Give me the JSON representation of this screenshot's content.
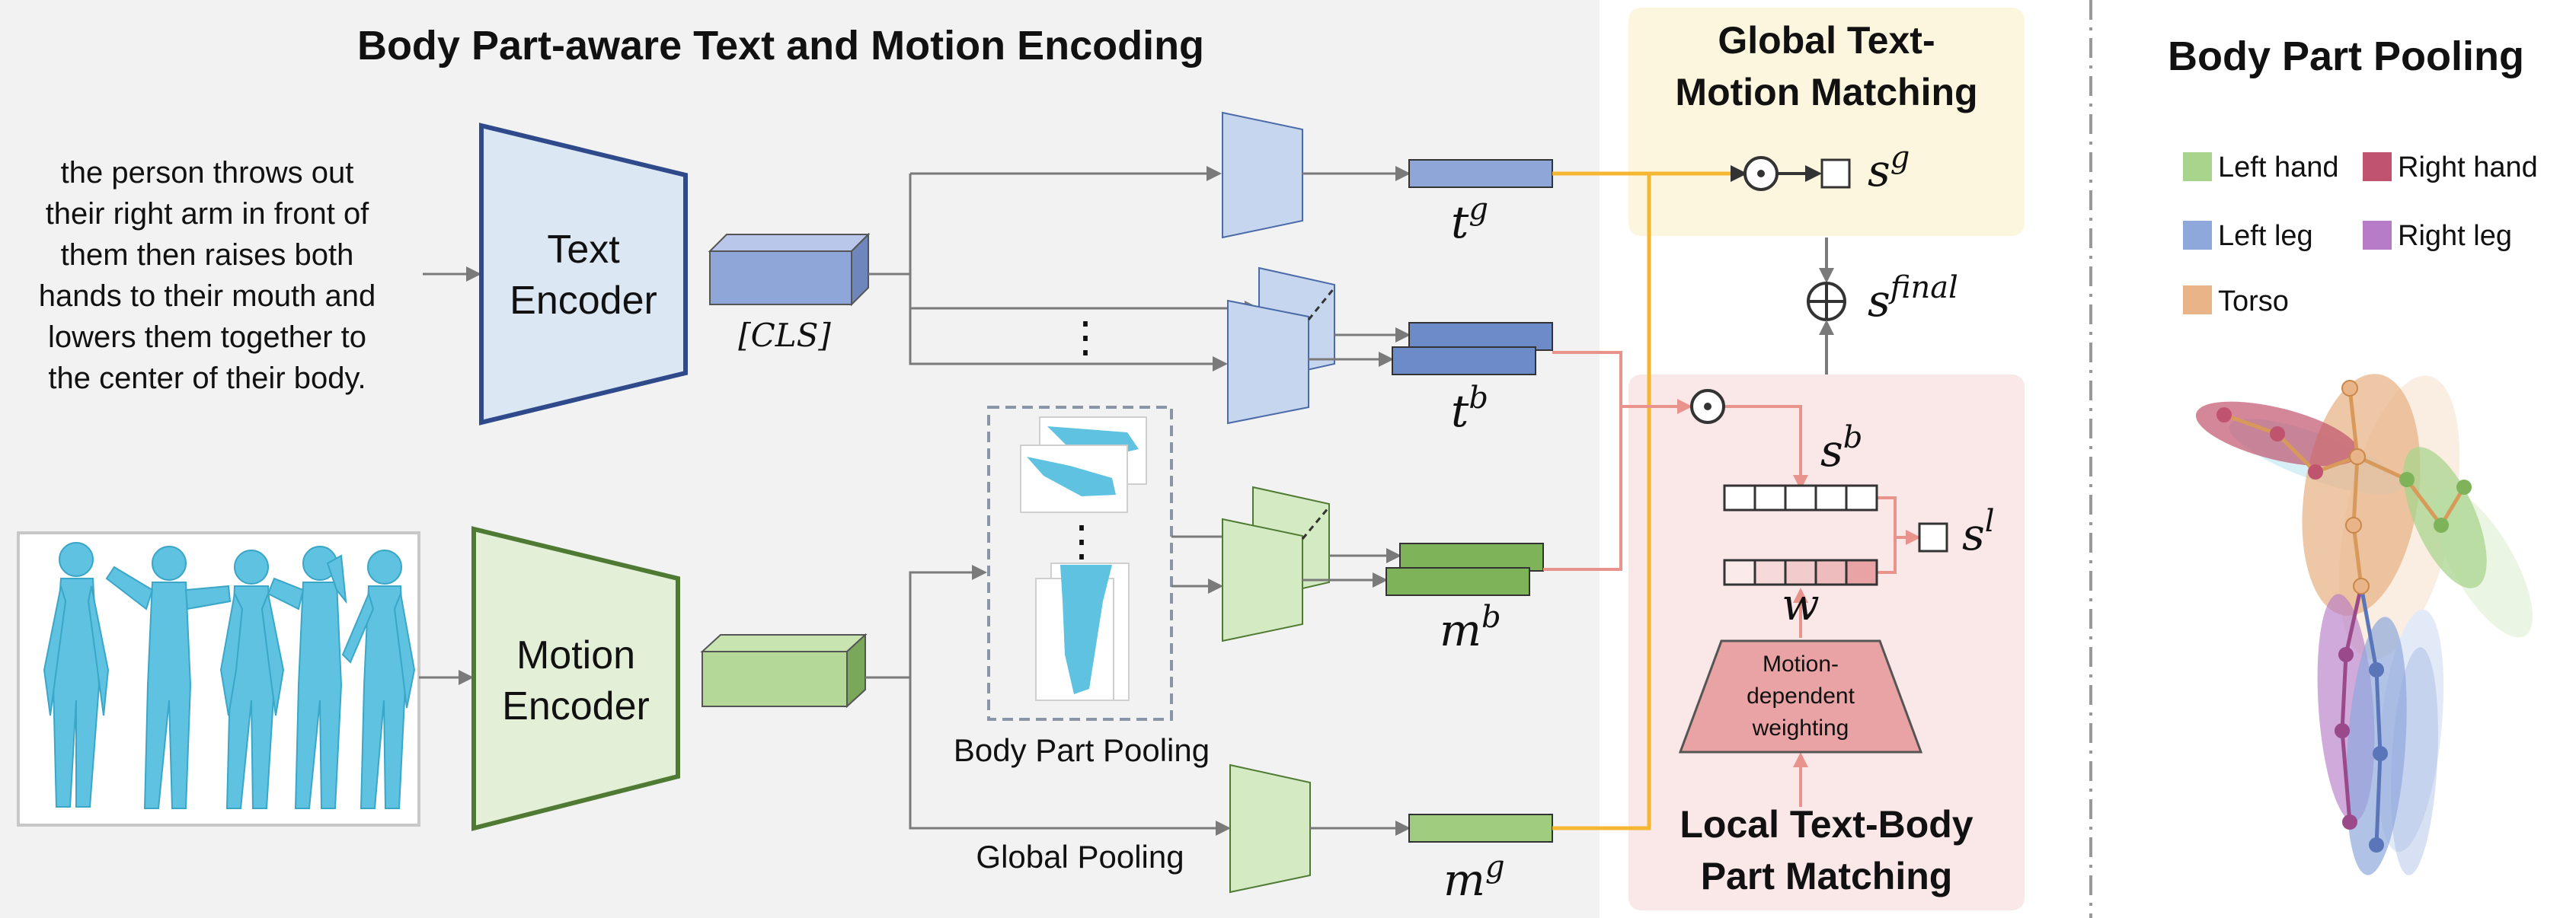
{
  "sections": {
    "encoding_title": "Body Part-aware Text and Motion Encoding",
    "global_title_line1": "Global Text-",
    "global_title_line2": "Motion Matching",
    "local_title_line1": "Local Text-Body",
    "local_title_line2": "Part Matching",
    "pooling_title": "Body Part Pooling"
  },
  "input_text": {
    "lines": [
      "the person throws out",
      "their right arm in front of",
      "them then raises both",
      "hands to their mouth and",
      "lowers them together to",
      "the center of their body."
    ]
  },
  "blocks": {
    "text_encoder_line1": "Text",
    "text_encoder_line2": "Encoder",
    "motion_encoder_line1": "Motion",
    "motion_encoder_line2": "Encoder",
    "cls_token": "[CLS]",
    "ellipsis": "⋮",
    "body_part_pooling": "Body Part Pooling",
    "global_pooling": "Global Pooling",
    "weighting_line1": "Motion-",
    "weighting_line2": "dependent",
    "weighting_line3": "weighting"
  },
  "symbols": {
    "t_g_base": "t",
    "t_g_sup": "g",
    "t_b_base": "t",
    "t_b_sup": "b",
    "m_b_base": "m",
    "m_b_sup": "b",
    "m_g_base": "m",
    "m_g_sup": "g",
    "s_g_base": "s",
    "s_g_sup": "g",
    "s_final_base": "s",
    "s_final_sup": "final",
    "s_b_base": "s",
    "s_b_sup": "b",
    "s_l_base": "s",
    "s_l_sup": "l",
    "w": "w",
    "odot": "⊙",
    "oplus": "⊕"
  },
  "legend": [
    {
      "label": "Left hand",
      "color": "#a8d48c"
    },
    {
      "label": "Right hand",
      "color": "#c0546e"
    },
    {
      "label": "Left leg",
      "color": "#8fa8dc"
    },
    {
      "label": "Right leg",
      "color": "#b77cc8"
    },
    {
      "label": "Torso",
      "color": "#e8b488"
    }
  ],
  "colors": {
    "encoding_bg": "#f2f2f2",
    "global_bg": "#fdf6de",
    "local_bg": "#fae7e7",
    "text_encoder_fill": "#dce7f4",
    "text_encoder_stroke": "#2e4a8a",
    "motion_encoder_fill": "#e3efd6",
    "motion_encoder_stroke": "#4f7a33",
    "text_feature": "#8ea6d8",
    "motion_feature": "#9fcc7e",
    "body_figure": "#5ec2e0",
    "yellow_line": "#f5b731",
    "pink_line": "#e8948c",
    "weighting_fill": "#e9a3a4"
  }
}
